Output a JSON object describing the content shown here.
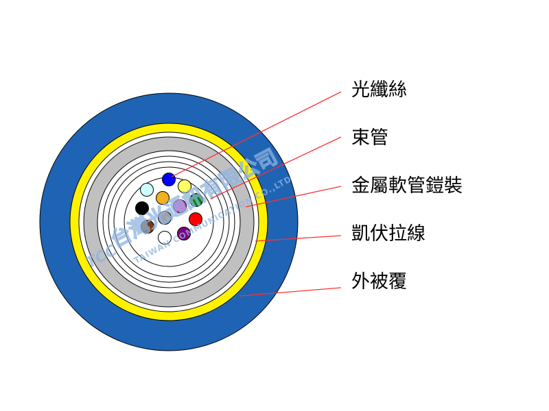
{
  "diagram": {
    "labels": {
      "fiber": "光纖絲",
      "tube": "束管",
      "armor": "金屬軟管鎧裝",
      "kevlar": "凱伏拉線",
      "jacket": "外被覆"
    },
    "watermark": {
      "logo": "TCC",
      "company_cn": "台灣光通訊有限公司",
      "company_en": "TAIWAN COMMUNICATION CO.,LTD"
    },
    "colors": {
      "outer_jacket": "#1f64b4",
      "kevlar": "#fff200",
      "armor": "#c0c0c0",
      "inner": "#ffffff",
      "leader_line": "#ff3030",
      "watermark": "#8fb3de"
    },
    "fibers": [
      {
        "name": "blue",
        "color": "#0000ff"
      },
      {
        "name": "yellow",
        "color": "#ffff66"
      },
      {
        "name": "aqua",
        "color": "#ccffff"
      },
      {
        "name": "orange",
        "color": "#f0b020"
      },
      {
        "name": "green",
        "color": "#008000"
      },
      {
        "name": "black",
        "color": "#000000"
      },
      {
        "name": "rose",
        "color": "#ff33cc"
      },
      {
        "name": "slate",
        "color": "#a0a0a0"
      },
      {
        "name": "red",
        "color": "#ff0000"
      },
      {
        "name": "brown",
        "color": "#7a3a12"
      },
      {
        "name": "white",
        "color": "#ffffff"
      },
      {
        "name": "violet",
        "color": "#800080"
      }
    ]
  }
}
